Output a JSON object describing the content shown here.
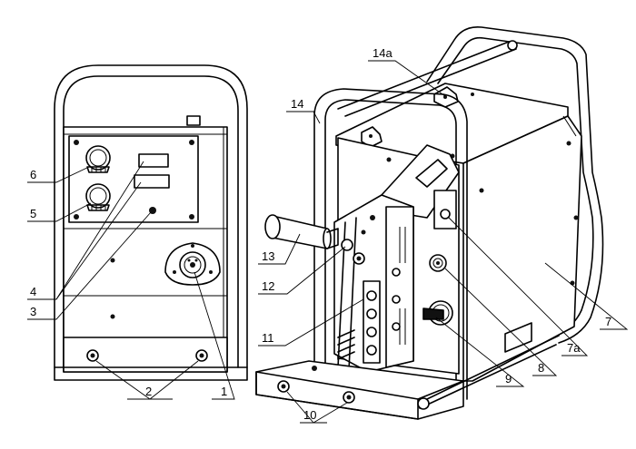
{
  "callouts": [
    {
      "id": "c6",
      "text": "6"
    },
    {
      "id": "c5",
      "text": "5"
    },
    {
      "id": "c4",
      "text": "4"
    },
    {
      "id": "c3",
      "text": "3"
    },
    {
      "id": "c2",
      "text": "2"
    },
    {
      "id": "c1",
      "text": "1"
    },
    {
      "id": "c14a",
      "text": "14a"
    },
    {
      "id": "c14",
      "text": "14"
    },
    {
      "id": "c13",
      "text": "13"
    },
    {
      "id": "c12",
      "text": "12"
    },
    {
      "id": "c11",
      "text": "11"
    },
    {
      "id": "c10",
      "text": "10"
    },
    {
      "id": "c9",
      "text": "9"
    },
    {
      "id": "c8",
      "text": "8"
    },
    {
      "id": "c7a",
      "text": "7a"
    },
    {
      "id": "c7",
      "text": "7"
    }
  ]
}
